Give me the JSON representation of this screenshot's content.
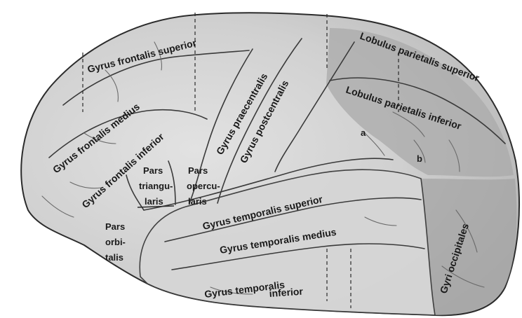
{
  "colors": {
    "brain_light": "#d8d8d8",
    "brain_mid": "#bdbdbd",
    "brain_dark": "#9e9e9e",
    "outline": "#2b2b2b",
    "text": "#1a1a1a"
  },
  "labels": {
    "gyrus_frontalis_superior": "Gyrus frontalis superior",
    "gyrus_frontalis_medius": "Gyrus frontalis medius",
    "gyrus_frontalis_inferior": "Gyrus frontalis inferior",
    "gyrus_praecentralis": "Gyrus praecentralis",
    "gyrus_postcentralis": "Gyrus postcentralis",
    "lobulus_parietalis_superior": "Lobulus parietalis superior",
    "lobulus_parietalis_inferior": "Lobulus parietalis inferior",
    "gyrus_temporalis_superior": "Gyrus temporalis superior",
    "gyrus_temporalis_medius": "Gyrus temporalis medius",
    "gyrus_temporalis_inferior_line1": "Gyrus temporalis",
    "gyrus_temporalis_inferior_line2": "inferior",
    "gyri_occipitales": "Gyri occipitales",
    "pars_triangularis_line1": "Pars",
    "pars_triangularis_line2": "triangu-",
    "pars_triangularis_line3": "laris",
    "pars_opercularis_line1": "Pars",
    "pars_opercularis_line2": "opercu-",
    "pars_opercularis_line3": "laris",
    "pars_orbitalis_line1": "Pars",
    "pars_orbitalis_line2": "orbi-",
    "pars_orbitalis_line3": "talis",
    "marker_a": "a",
    "marker_b": "b"
  }
}
